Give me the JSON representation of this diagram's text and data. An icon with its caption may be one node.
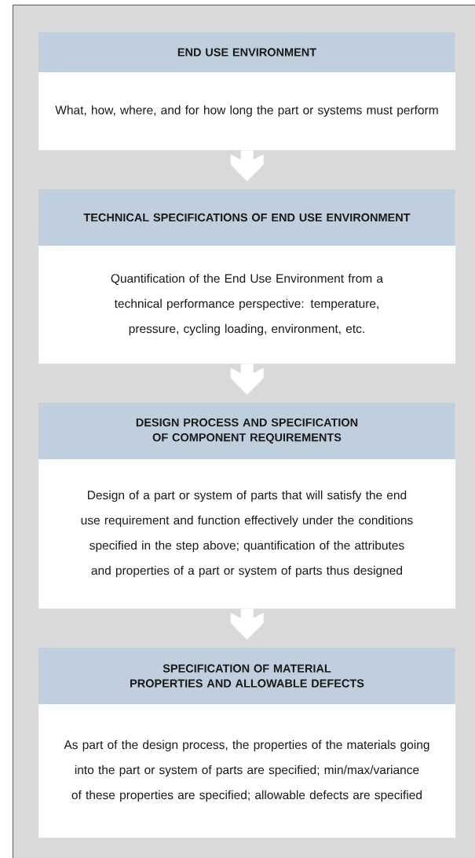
{
  "diagram": {
    "nodes": [
      {
        "text": [
          "END USE ENVIRONMENT",
          "What, how, where, and for how long the part or systems must perform"
        ]
      },
      {
        "text": [
          "TECHNICAL SPECIFICATIONS OF END USE ENVIRONMENT",
          "Quantification of the End Use Environment from a technical performance perspective: temperature, pressure, cycling loading, environment, etc."
        ]
      },
      {
        "text": [
          "DESIGN PROCESS AND SPECIFICATION OF COMPONENT REQUIREMENTS",
          "Design of a part or system of parts that will satisfy the end use requirement and function effectively under the conditions specified in the step above; quantification of the attributes and properties of a part or system of parts thus designed"
        ]
      },
      {
        "text": [
          "SPECIFICATION OF MATERIAL PROPERTIES AND ALLOWABLE DEFECTS",
          "As part of the design process, the properties of the materials going into the part or system of parts are specified; min/max/variance of these properties are specified; allowable defects are specified"
        ]
      }
    ],
    "edges": [
      {
        "from": 0,
        "to": 1,
        "arrow": "to"
      },
      {
        "from": 1,
        "to": 2,
        "arrow": "to"
      },
      {
        "from": 2,
        "to": 3,
        "arrow": "to"
      }
    ]
  }
}
